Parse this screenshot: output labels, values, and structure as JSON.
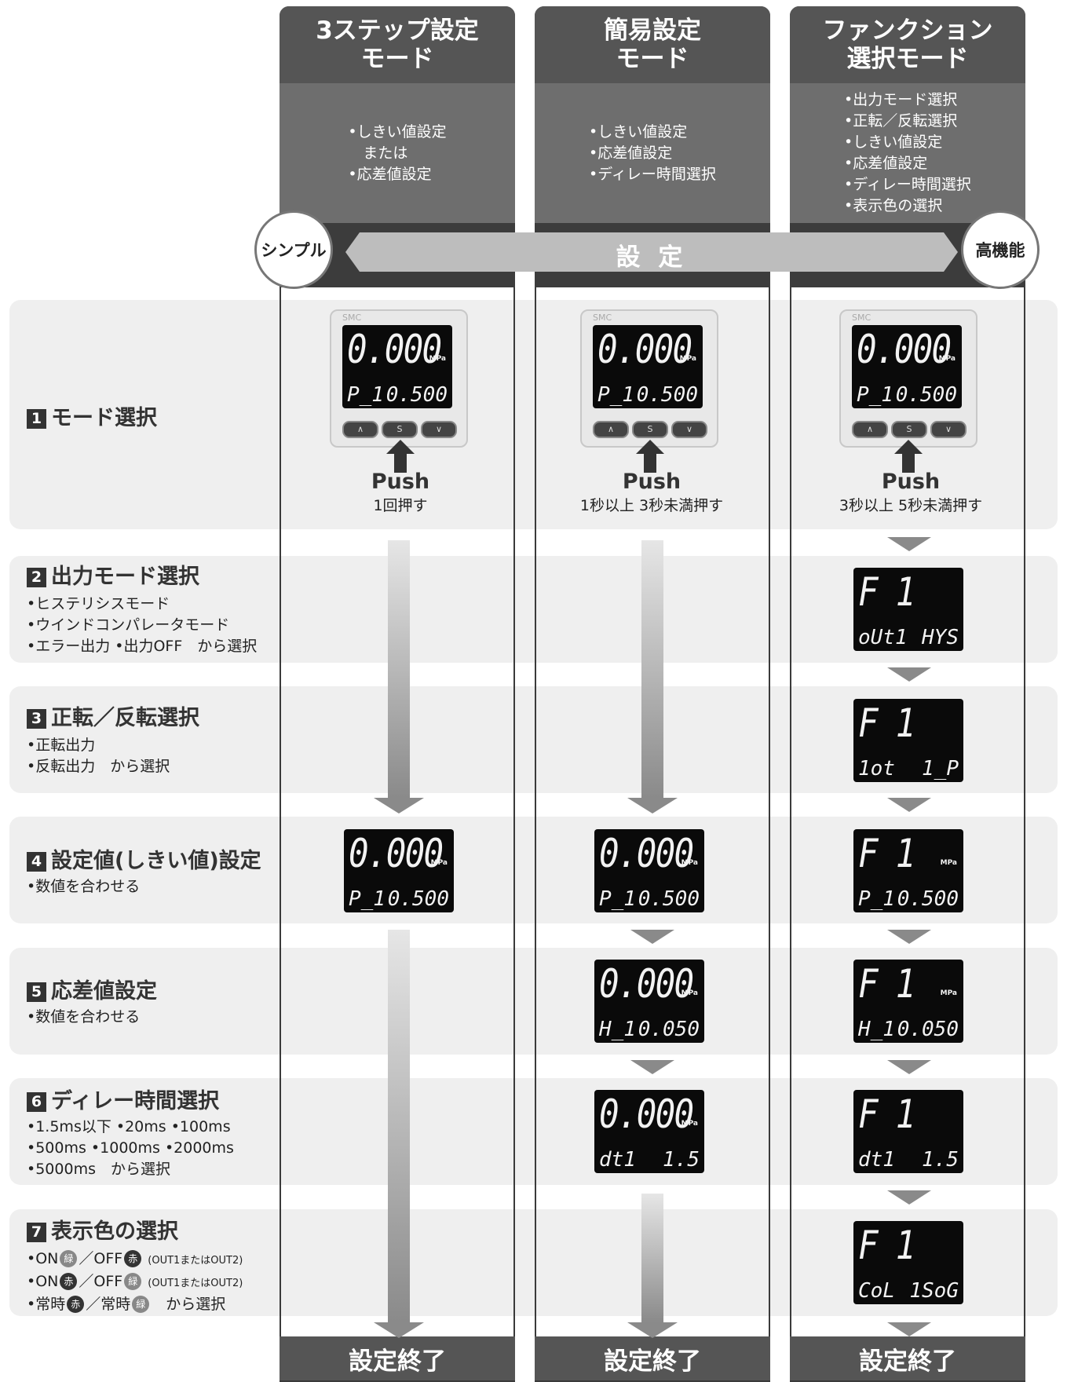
{
  "columns": [
    {
      "title_lines": [
        "3ステップ設定",
        "モード"
      ],
      "items": [
        "しきい値設定",
        "　または",
        "応差値設定"
      ],
      "push_label": "Push",
      "push_desc": "1回押す",
      "end_label": "設定終了"
    },
    {
      "title_lines": [
        "簡易設定",
        "モード"
      ],
      "items": [
        "しきい値設定",
        "応差値設定",
        "ディレー時間選択"
      ],
      "push_label": "Push",
      "push_desc": "1秒以上 3秒未満押す",
      "end_label": "設定終了"
    },
    {
      "title_lines": [
        "ファンクション",
        "選択モード"
      ],
      "items": [
        "出力モード選択",
        "正転／反転選択",
        "しきい値設定",
        "応差値設定",
        "ディレー時間選択",
        "表示色の選択"
      ],
      "push_label": "Push",
      "push_desc": "3秒以上 5秒未満押す",
      "end_label": "設定終了"
    }
  ],
  "scale": {
    "left_label": "シンプル",
    "center_label": "設 定",
    "right_label": "高機能"
  },
  "device": {
    "brand": "SMC",
    "buttons": [
      "∧",
      "S",
      "∨"
    ]
  },
  "rows": [
    {
      "num": "1",
      "title": "モード選択",
      "items": []
    },
    {
      "num": "2",
      "title": "出力モード選択",
      "items": [
        "ヒステリシスモード",
        "ウインドコンパレータモード",
        "エラー出力 •出力OFF　から選択"
      ]
    },
    {
      "num": "3",
      "title": "正転／反転選択",
      "items": [
        "正転出力",
        "反転出力　から選択"
      ]
    },
    {
      "num": "4",
      "title": "設定値(しきい値)設定",
      "items": [
        "数値を合わせる"
      ]
    },
    {
      "num": "5",
      "title": "応差値設定",
      "items": [
        "数値を合わせる"
      ]
    },
    {
      "num": "6",
      "title": "ディレー時間選択",
      "items": [
        "1.5ms以下 •20ms •100ms",
        "500ms •1000ms •2000ms",
        "5000ms　から選択"
      ]
    },
    {
      "num": "7",
      "title": "表示色の選択",
      "items": []
    }
  ],
  "color_items": [
    {
      "a_pre": "ON",
      "a_dot": "緑",
      "sep": "／",
      "b_pre": "OFF",
      "b_dot": "赤",
      "tail": "(OUT1またはOUT2)"
    },
    {
      "a_pre": "ON",
      "a_dot": "赤",
      "sep": "／",
      "b_pre": "OFF",
      "b_dot": "緑",
      "tail": "(OUT1またはOUT2)"
    },
    {
      "a_pre": "常時",
      "a_dot": "赤",
      "sep": "／",
      "b_pre": "常時",
      "b_dot": "緑",
      "tail": "から選択"
    }
  ],
  "lcd": {
    "mode_main": "0.000",
    "mode_sub_l": "P_1",
    "mode_sub_r": "0.500",
    "unit": "MPa",
    "f_main": "F  1",
    "out_l": "oUt1",
    "out_r": "HYS",
    "rot_l": "1ot",
    "rot_r": "1_P",
    "th_l": "P_1",
    "th_r": "0.500",
    "hy_l": "H_1",
    "hy_r": "0.050",
    "dt_l": "dt1",
    "dt_r": "1.5",
    "col_l": "CoL",
    "col_r": "1SoG"
  }
}
